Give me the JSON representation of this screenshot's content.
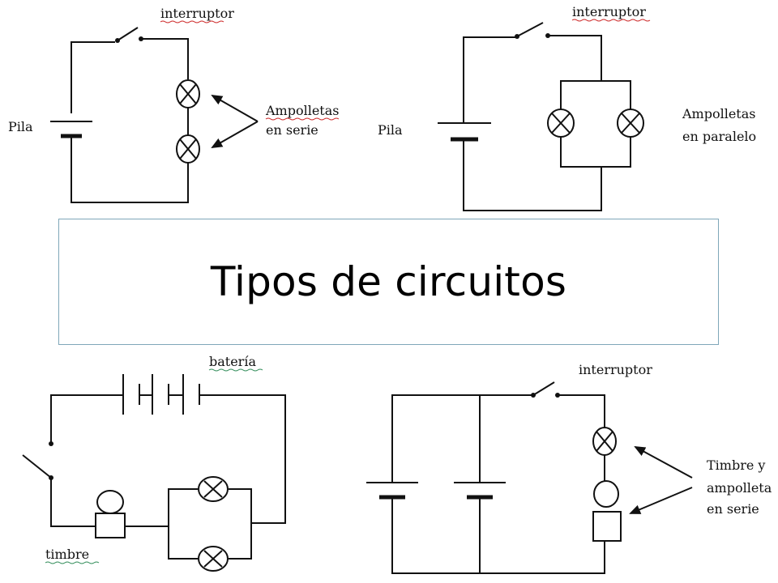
{
  "title": "Tipos de circuitos",
  "diagrams": {
    "series": {
      "switch_label": "interruptor",
      "battery_label": "Pila",
      "lamps_label_line1": "Ampolletas",
      "lamps_label_line2": "en serie"
    },
    "parallel": {
      "switch_label": "interruptor",
      "battery_label": "Pila",
      "lamps_label_line1": "Ampolletas",
      "lamps_label_line2": "en paralelo"
    },
    "battery_bell": {
      "battery_label": "batería",
      "bell_label": "timbre"
    },
    "bell_series": {
      "switch_label": "interruptor",
      "note_line1": "Timbre y",
      "note_line2": "ampolleta",
      "note_line3": "en serie"
    }
  }
}
